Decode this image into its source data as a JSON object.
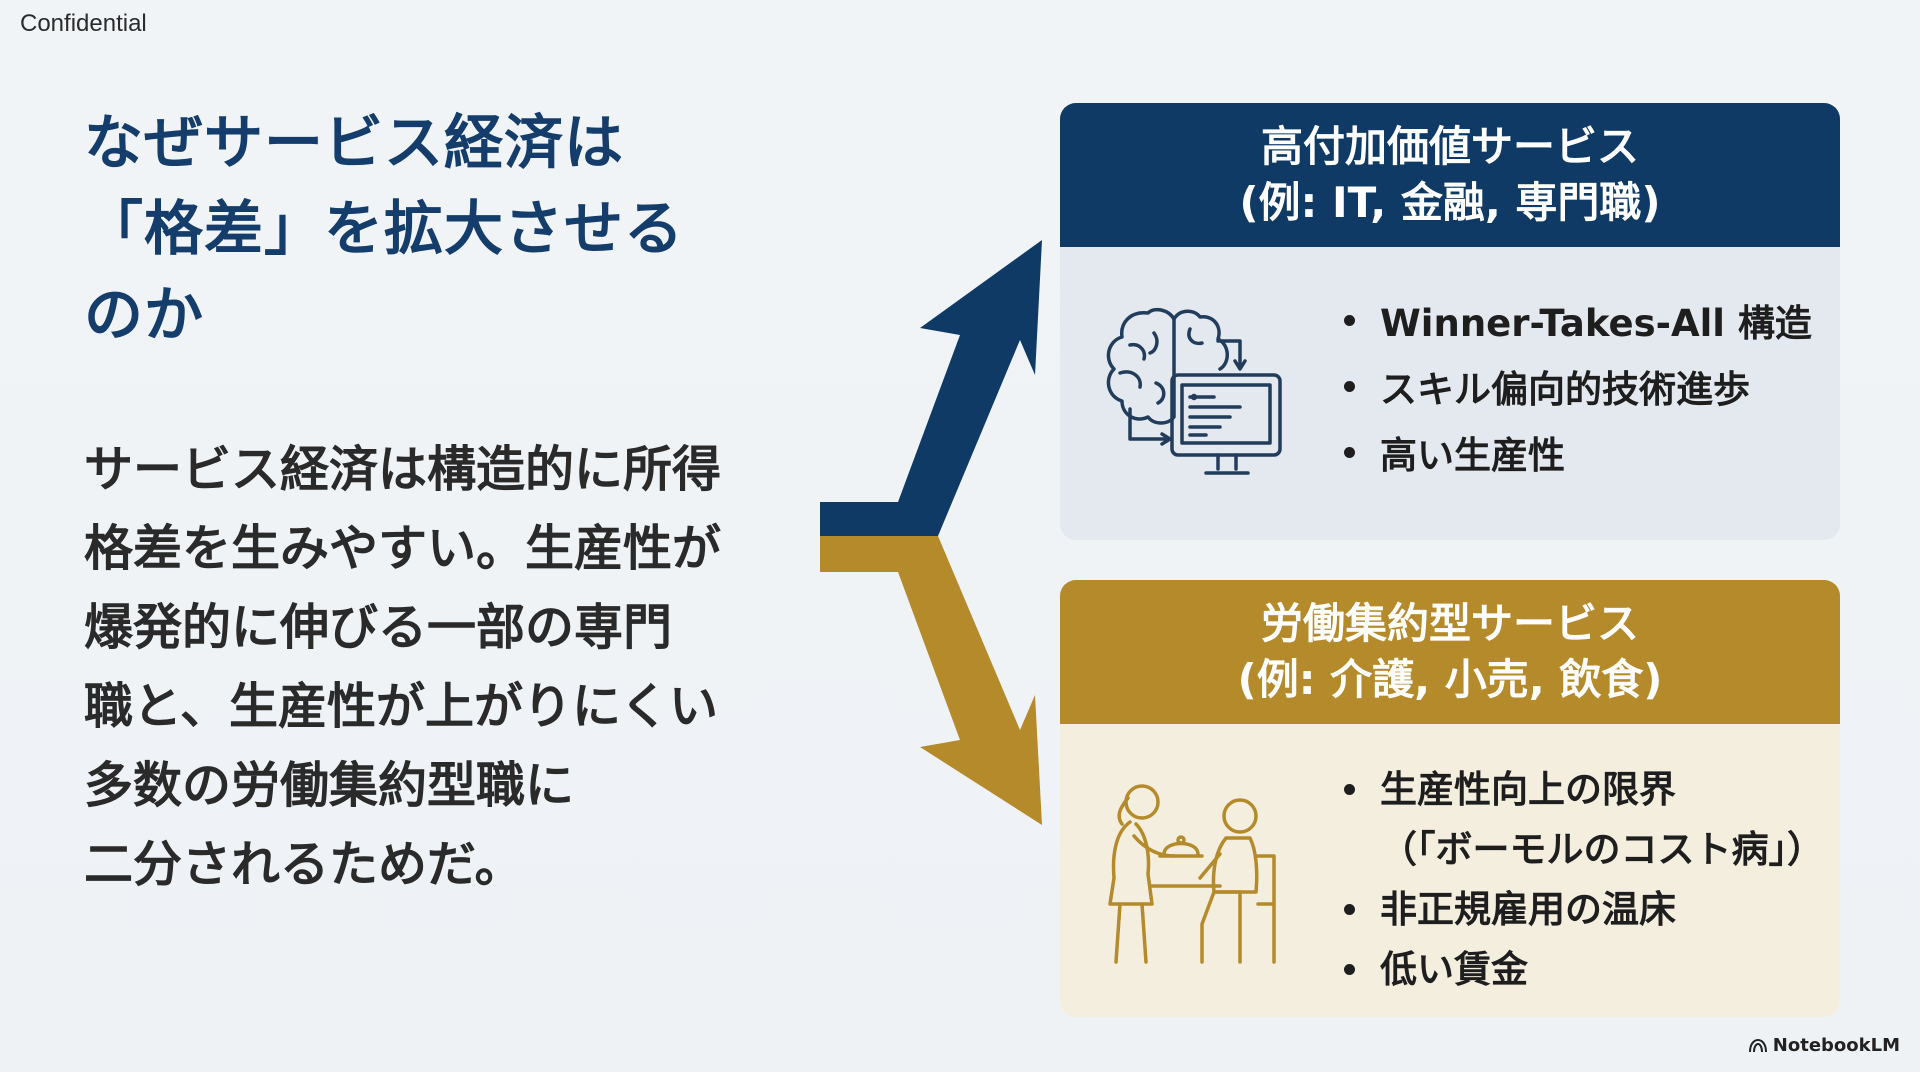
{
  "confidential_label": "Confidential",
  "title_lines": [
    "なぜサービス経済は",
    "「格差」を拡大させる",
    "のか"
  ],
  "body_lines": [
    "サービス経済は構造的に所得",
    "格差を生みやすい。生産性が",
    "爆発的に伸びる一部の専門",
    "職と、生産性が上がりにくい",
    "多数の労働集約型職に",
    "二分されるためだ。"
  ],
  "top_card": {
    "header_line1": "高付加価値サービス",
    "header_line2": "(例: IT, 金融, 専門職)",
    "icon": "brain-computer-icon",
    "bullets": [
      "Winner-Takes-All 構造",
      "スキル偏向的技術進歩",
      "高い生産性"
    ]
  },
  "bottom_card": {
    "header_line1": "労働集約型サービス",
    "header_line2": "(例: 介護, 小売, 飲食)",
    "icon": "waiter-serving-icon",
    "bullets": [
      "生産性向上の限界",
      "（「ボーモルのコスト病」）",
      "非正規雇用の温床",
      "低い賃金"
    ]
  },
  "brand": "NotebookLM",
  "colors": {
    "navy": "#0f3a66",
    "gold": "#b48a2a",
    "title": "#143d6b"
  }
}
